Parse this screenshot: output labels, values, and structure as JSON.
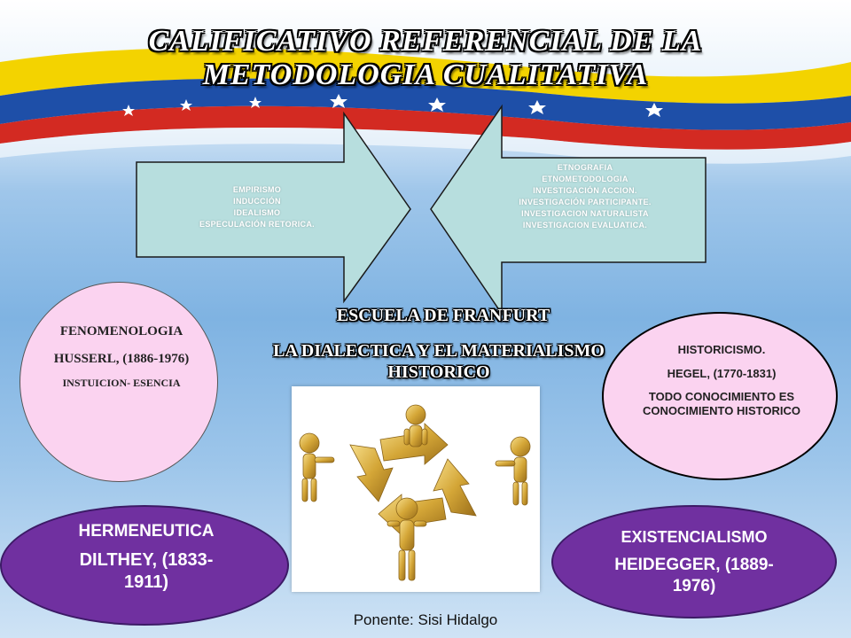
{
  "title": {
    "line1": "CALIFICATIVO REFERENCIAL DE LA",
    "line2": "METODOLOGIA CUALITATIVA"
  },
  "left_arrow": {
    "items": [
      "EMPIRISMO",
      "INDUCCIÓN",
      "IDEALISMO",
      "ESPECULACIÓN RETORICA."
    ]
  },
  "right_arrow": {
    "items": [
      "ETNOGRAFIA",
      "ETNOMETODOLOGIA",
      "INVESTIGACIÓN ACCION.",
      "INVESTIGACIÓN PARTICIPANTE.",
      "INVESTIGACION NATURALISTA",
      "INVESTIGACION EVALUATICA."
    ]
  },
  "center": {
    "line1": "ESCUELA DE FRANFURT",
    "line2": "LA DIALECTICA Y EL MATERIALISMO",
    "line3": "HISTORICO"
  },
  "fenomenologia": {
    "title": "FENOMENOLOGIA",
    "author": "HUSSERL, (1886-1976)",
    "concept": "INSTUICION- ESENCIA"
  },
  "historicismo": {
    "title": "HISTORICISMO.",
    "author": "HEGEL, (1770-1831)",
    "concept": "TODO CONOCIMIENTO ES CONOCIMIENTO HISTORICO"
  },
  "hermeneutica": {
    "title": "HERMENEUTICA",
    "author": "DILTHEY, (1833-1911)"
  },
  "existencialismo": {
    "title": "EXISTENCIALISMO",
    "author": "HEIDEGGER, (1889-1976)"
  },
  "footer": "Ponente: Sisi Hidalgo",
  "colors": {
    "arrow_fill": "#b7dede",
    "ellipse_pink": "#fbd3f0",
    "ellipse_purple": "#7030a0",
    "flag_yellow": "#f3d300",
    "flag_blue": "#1e4fa8",
    "flag_red": "#d32a22"
  },
  "icons": [
    "star-icon",
    "puzzle-figures-image"
  ]
}
